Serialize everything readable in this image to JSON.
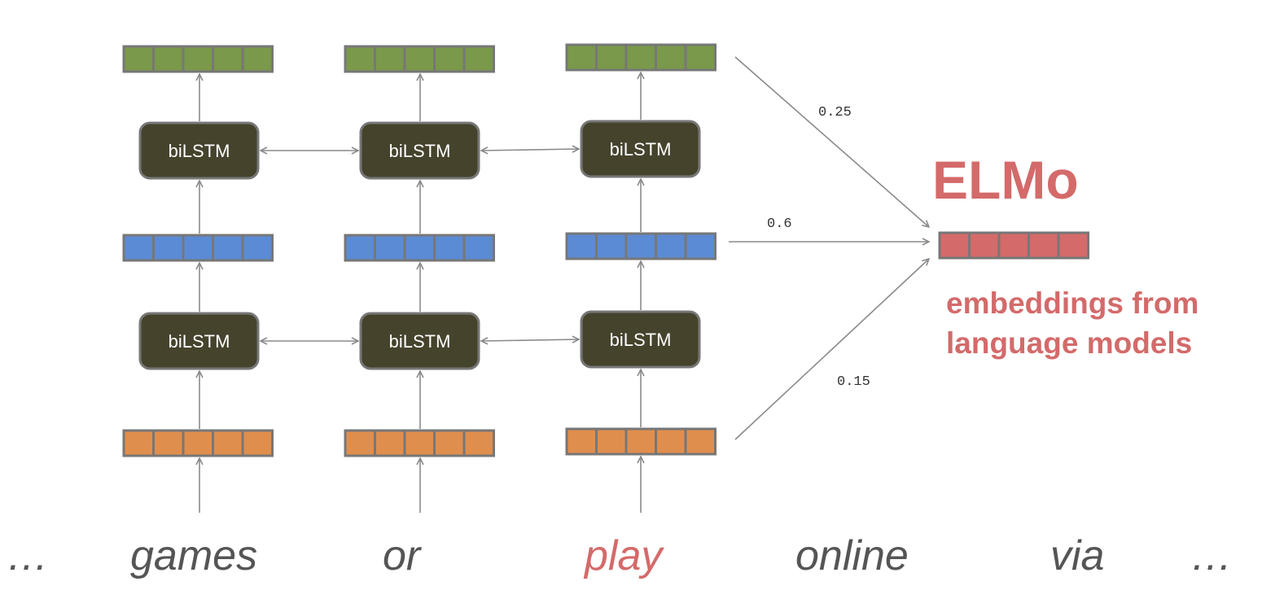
{
  "colors": {
    "green": "#7a994a",
    "blue": "#5b8bd4",
    "orange": "#e08e4d",
    "elmo": "#d46a6a",
    "lstm_fill": "#45432c",
    "border": "#777777",
    "arrow": "#8a8a8a",
    "word": "#555555",
    "highlight": "#d46a6a"
  },
  "lstm_label": "biLSTM",
  "weights": [
    "0.25",
    "0.6",
    "0.15"
  ],
  "elmo": {
    "title": "ELMo",
    "subtitle_line1": "embeddings from",
    "subtitle_line2": "language models"
  },
  "words": [
    "…",
    "games",
    "or",
    "play",
    "online",
    "via",
    "…"
  ],
  "highlighted_word": "play"
}
